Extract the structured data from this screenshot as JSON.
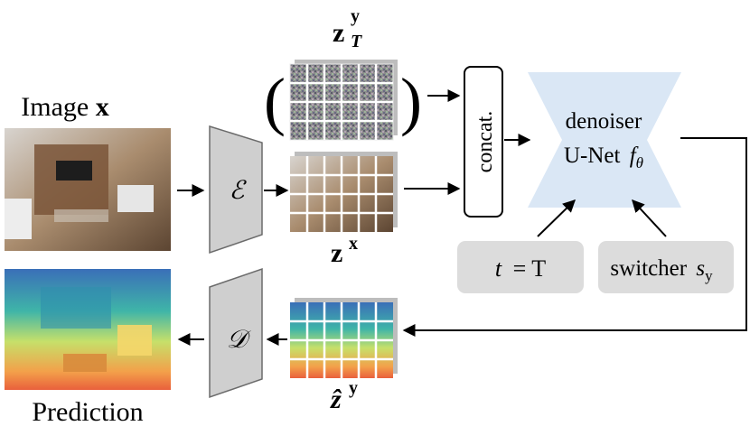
{
  "labels": {
    "image_title": "Image",
    "image_var": "x",
    "prediction": "Prediction",
    "encoder": "ℰ",
    "decoder": "𝒟",
    "concat": "concat.",
    "denoiser_line1": "denoiser",
    "denoiser_line2": "U-Net",
    "denoiser_f": "f",
    "denoiser_theta": "θ",
    "timestep_t": "t",
    "timestep_eq": "= T",
    "switcher": "switcher",
    "switcher_s": "s",
    "switcher_sub": "y",
    "z_noise_base": "z",
    "z_noise_sup": "y",
    "z_noise_sub": "T",
    "z_img_base": "z",
    "z_img_sup": "x",
    "z_pred_base": "ẑ",
    "z_pred_sup": "y",
    "paren_open": "(",
    "paren_close": ")"
  },
  "colors": {
    "unet_fill": "#dae7f5",
    "encoder_fill": "#cfcfcf",
    "pill_fill": "#dcdcdc",
    "arrow": "#000000"
  }
}
